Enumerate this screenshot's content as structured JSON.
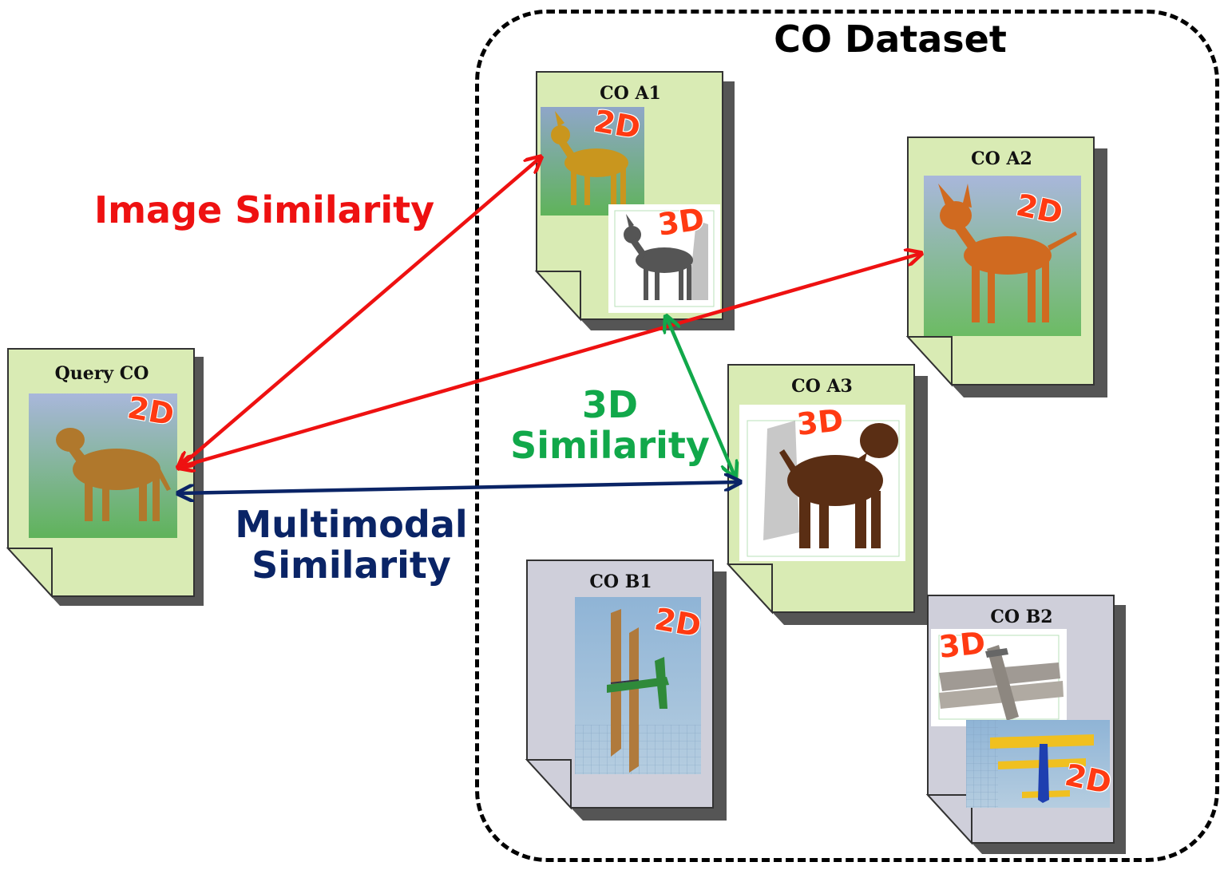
{
  "dataset_title": "CO Dataset",
  "documents": {
    "query": {
      "title": "Query CO",
      "badge_2d": "2D"
    },
    "a1": {
      "title": "CO A1",
      "badge_2d": "2D",
      "badge_3d": "3D"
    },
    "a2": {
      "title": "CO A2",
      "badge_2d": "2D"
    },
    "a3": {
      "title": "CO A3",
      "badge_3d": "3D"
    },
    "b1": {
      "title": "CO B1",
      "badge_2d": "2D"
    },
    "b2": {
      "title": "CO B2",
      "badge_2d": "2D",
      "badge_3d": "3D"
    }
  },
  "relations": {
    "image": {
      "label": "Image Similarity",
      "color": "#ee1111"
    },
    "three_d": {
      "label_line1": "3D",
      "label_line2": "Similarity",
      "color": "#11a84a"
    },
    "multimodal": {
      "label_line1": "Multimodal",
      "label_line2": "Similarity",
      "color": "#0a2466"
    }
  },
  "colors": {
    "green_doc": "#d9ebb4",
    "gray_doc": "#cfcfda",
    "badge": "#ff3a12"
  }
}
